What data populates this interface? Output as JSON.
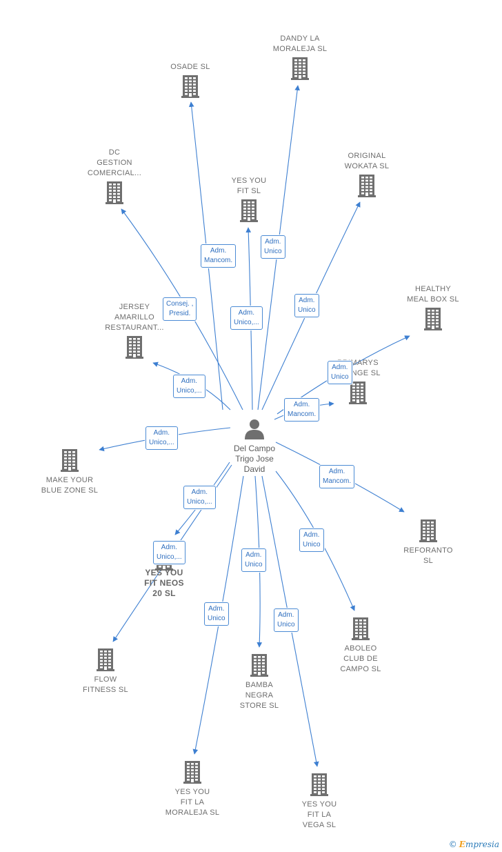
{
  "person": {
    "name": "Del Campo\nTrigo Jose\nDavid",
    "icon": "person-icon"
  },
  "companies": [
    {
      "id": "osade",
      "label": "OSADE SL",
      "label_pos": "above"
    },
    {
      "id": "dandy",
      "label": "DANDY LA\nMORALEJA  SL",
      "label_pos": "above"
    },
    {
      "id": "dc",
      "label": "DC\nGESTION\nCOMERCIAL...",
      "label_pos": "above"
    },
    {
      "id": "yesyoufit",
      "label": "YES YOU\nFIT  SL",
      "label_pos": "above"
    },
    {
      "id": "original",
      "label": "ORIGINAL\nWOKATA  SL",
      "label_pos": "above"
    },
    {
      "id": "healthy",
      "label": "HEALTHY\nMEAL BOX  SL",
      "label_pos": "above"
    },
    {
      "id": "jersey",
      "label": "JERSEY\nAMARILLO\nRESTAURANT...",
      "label_pos": "above"
    },
    {
      "id": "primarys",
      "label": "PRIMARYS\nLOUNGE  SL",
      "label_pos": "above"
    },
    {
      "id": "makeyour",
      "label": "MAKE YOUR\nBLUE ZONE  SL",
      "label_pos": "below"
    },
    {
      "id": "reforanto",
      "label": "REFORANTO\nSL",
      "label_pos": "below"
    },
    {
      "id": "neos",
      "label": "YES YOU\nFIT NEOS\n20  SL",
      "label_pos": "below",
      "bold": true
    },
    {
      "id": "aboleo",
      "label": "ABOLEO\nCLUB DE\nCAMPO  SL",
      "label_pos": "below"
    },
    {
      "id": "flow",
      "label": "FLOW\nFITNESS  SL",
      "label_pos": "below"
    },
    {
      "id": "bamba",
      "label": "BAMBA\nNEGRA\nSTORE  SL",
      "label_pos": "below"
    },
    {
      "id": "moraleja",
      "label": "YES YOU\nFIT LA\nMORALEJA  SL",
      "label_pos": "below"
    },
    {
      "id": "vega",
      "label": "YES YOU\nFIT LA\nVEGA  SL",
      "label_pos": "below"
    }
  ],
  "roles": [
    {
      "target": "osade",
      "text": "Adm.\nMancom."
    },
    {
      "target": "dandy",
      "text": "Adm.\nUnico"
    },
    {
      "target": "dc",
      "text": "Consej. ,\nPresid."
    },
    {
      "target": "yesyoufit",
      "text": "Adm.\nUnico,..."
    },
    {
      "target": "original",
      "text": "Adm.\nUnico"
    },
    {
      "target": "healthy",
      "text": "Adm.\nUnico"
    },
    {
      "target": "jersey",
      "text": "Adm.\nUnico,..."
    },
    {
      "target": "primarys",
      "text": "Adm.\nMancom."
    },
    {
      "target": "makeyour",
      "text": "Adm.\nUnico,..."
    },
    {
      "target": "reforanto",
      "text": "Adm.\nMancom."
    },
    {
      "target": "neos",
      "text": "Adm.\nUnico,..."
    },
    {
      "target": "flow",
      "text": "Adm.\nUnico,..."
    },
    {
      "target": "aboleo",
      "text": "Adm.\nUnico"
    },
    {
      "target": "bamba",
      "text": "Adm.\nUnico"
    },
    {
      "target": "moraleja",
      "text": "Adm.\nUnico"
    },
    {
      "target": "vega",
      "text": "Adm.\nUnico"
    }
  ],
  "colors": {
    "edge": "#3d7fd1",
    "icon": "#6f6f6f",
    "role_text": "#2f6fbf"
  },
  "brand": {
    "copyright": "©",
    "first_letter": "E",
    "rest": "mpresia"
  }
}
